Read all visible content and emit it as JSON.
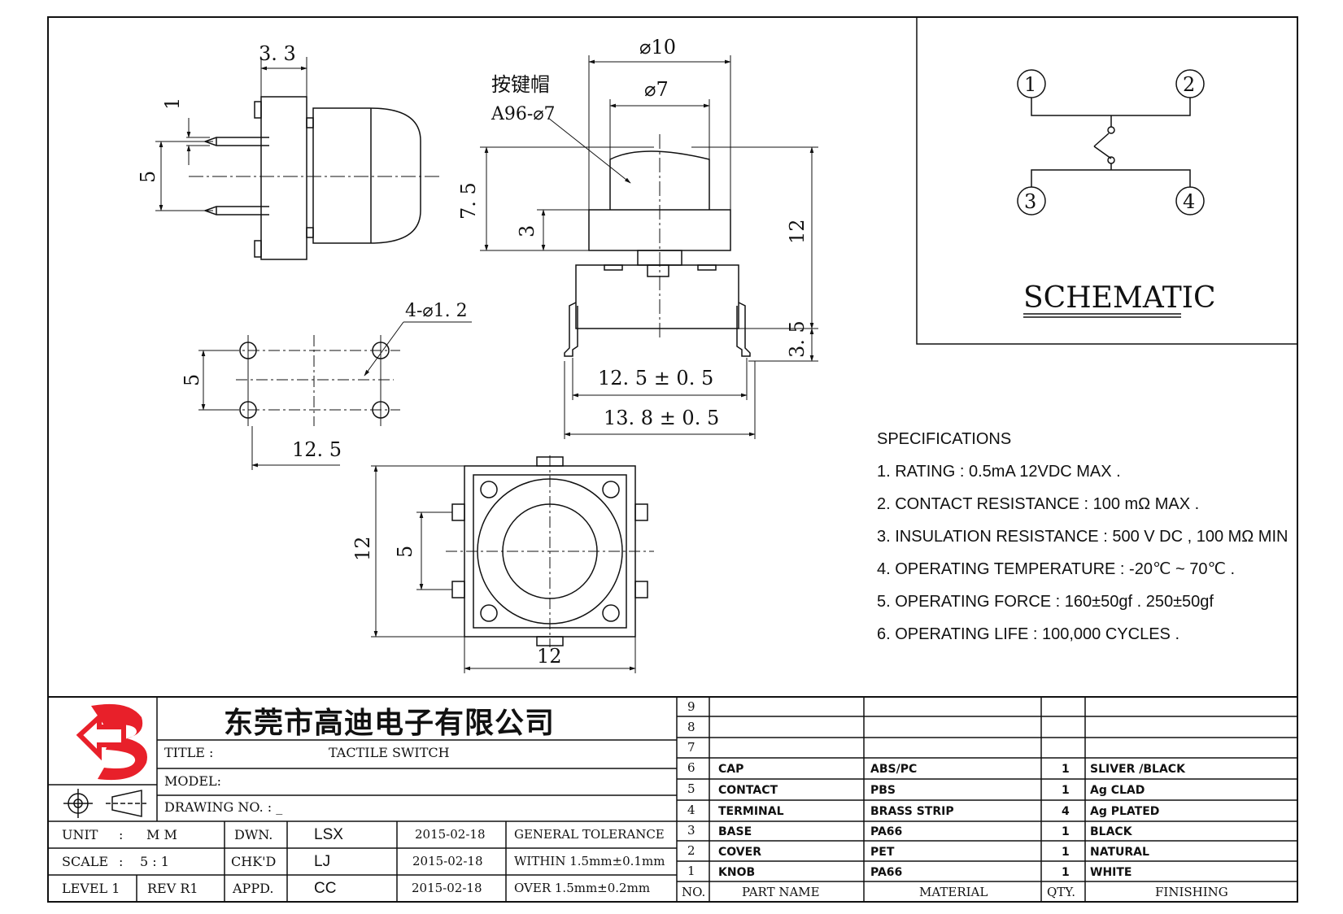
{
  "views": {
    "side": {
      "dim_top": "3. 3",
      "dim_pin": "1",
      "dim_pitch": "5"
    },
    "front": {
      "dim_outer_diam": "⌀10",
      "dim_inner_diam": "⌀7",
      "cap_label_cn": "按键帽",
      "cap_label_code": "A96-⌀7",
      "dim_cap_height": "7. 5",
      "dim_body_height": "3",
      "dim_total_height": "12",
      "dim_pin_height": "3. 5",
      "dim_width_inner": "12. 5 ± 0. 5",
      "dim_width_outer": "13. 8 ± 0. 5"
    },
    "footprint": {
      "dim_holes": "4-⌀1. 2",
      "dim_pitch": "5",
      "dim_span": "12. 5"
    },
    "top": {
      "dim_height": "12",
      "dim_pitch": "5",
      "dim_width": "12"
    }
  },
  "schematic": {
    "pins": [
      "1",
      "2",
      "3",
      "4"
    ],
    "title": "SCHEMATIC"
  },
  "specifications": {
    "heading": "SPECIFICATIONS",
    "items": [
      "1. RATING : 0.5mA 12VDC MAX .",
      "2. CONTACT RESISTANCE : 100 mΩ MAX .",
      "3. INSULATION RESISTANCE : 500 V DC , 100 MΩ MIN",
      "4. OPERATING TEMPERATURE : -20℃ ~ 70℃ .",
      "5. OPERATING FORCE : 160±50gf . 250±50gf",
      "6. OPERATING LIFE : 100,000 CYCLES ."
    ]
  },
  "title_block": {
    "company": "东莞市高迪电子有限公司",
    "title_label": "TITLE :",
    "title_value": "TACTILE SWITCH",
    "model_label": "MODEL:",
    "drawing_no_label": "DRAWING NO.  : _",
    "unit_label": "UNIT",
    "unit_sep": ":",
    "unit_value": "M M",
    "scale_label": "SCALE",
    "scale_sep": ":",
    "scale_value": "5 : 1",
    "level_label": "LEVEL 1",
    "rev_label": "REV  R1",
    "dwn_label": "DWN.",
    "dwn_value": "LSX",
    "dwn_date": "2015-02-18",
    "chk_label": "CHK'D",
    "chk_value": "LJ",
    "chk_date": "2015-02-18",
    "appd_label": "APPD.",
    "appd_value": "CC",
    "appd_date": "2015-02-18",
    "tol_1": "GENERAL TOLERANCE",
    "tol_2": "WITHIN 1.5mm±0.1mm",
    "tol_3": "OVER   1.5mm±0.2mm"
  },
  "bom": {
    "headers": {
      "no": "NO.",
      "part": "PART  NAME",
      "material": "MATERIAL",
      "qty": "QTY.",
      "finishing": "FINISHING"
    },
    "rows": [
      {
        "no": "9",
        "part": "",
        "material": "",
        "qty": "",
        "finishing": ""
      },
      {
        "no": "8",
        "part": "",
        "material": "",
        "qty": "",
        "finishing": ""
      },
      {
        "no": "7",
        "part": "",
        "material": "",
        "qty": "",
        "finishing": ""
      },
      {
        "no": "6",
        "part": "CAP",
        "material": "ABS/PC",
        "qty": "1",
        "finishing": "SLIVER /BLACK"
      },
      {
        "no": "5",
        "part": "CONTACT",
        "material": "PBS",
        "qty": "1",
        "finishing": "Ag CLAD"
      },
      {
        "no": "4",
        "part": "TERMINAL",
        "material": "BRASS STRIP",
        "qty": "4",
        "finishing": "Ag PLATED"
      },
      {
        "no": "3",
        "part": "BASE",
        "material": "PA66",
        "qty": "1",
        "finishing": "BLACK"
      },
      {
        "no": "2",
        "part": "COVER",
        "material": "PET",
        "qty": "1",
        "finishing": "NATURAL"
      },
      {
        "no": "1",
        "part": "KNOB",
        "material": "PA66",
        "qty": "1",
        "finishing": "WHITE"
      }
    ]
  },
  "colors": {
    "logo": "#e8202a",
    "line": "#111111"
  }
}
